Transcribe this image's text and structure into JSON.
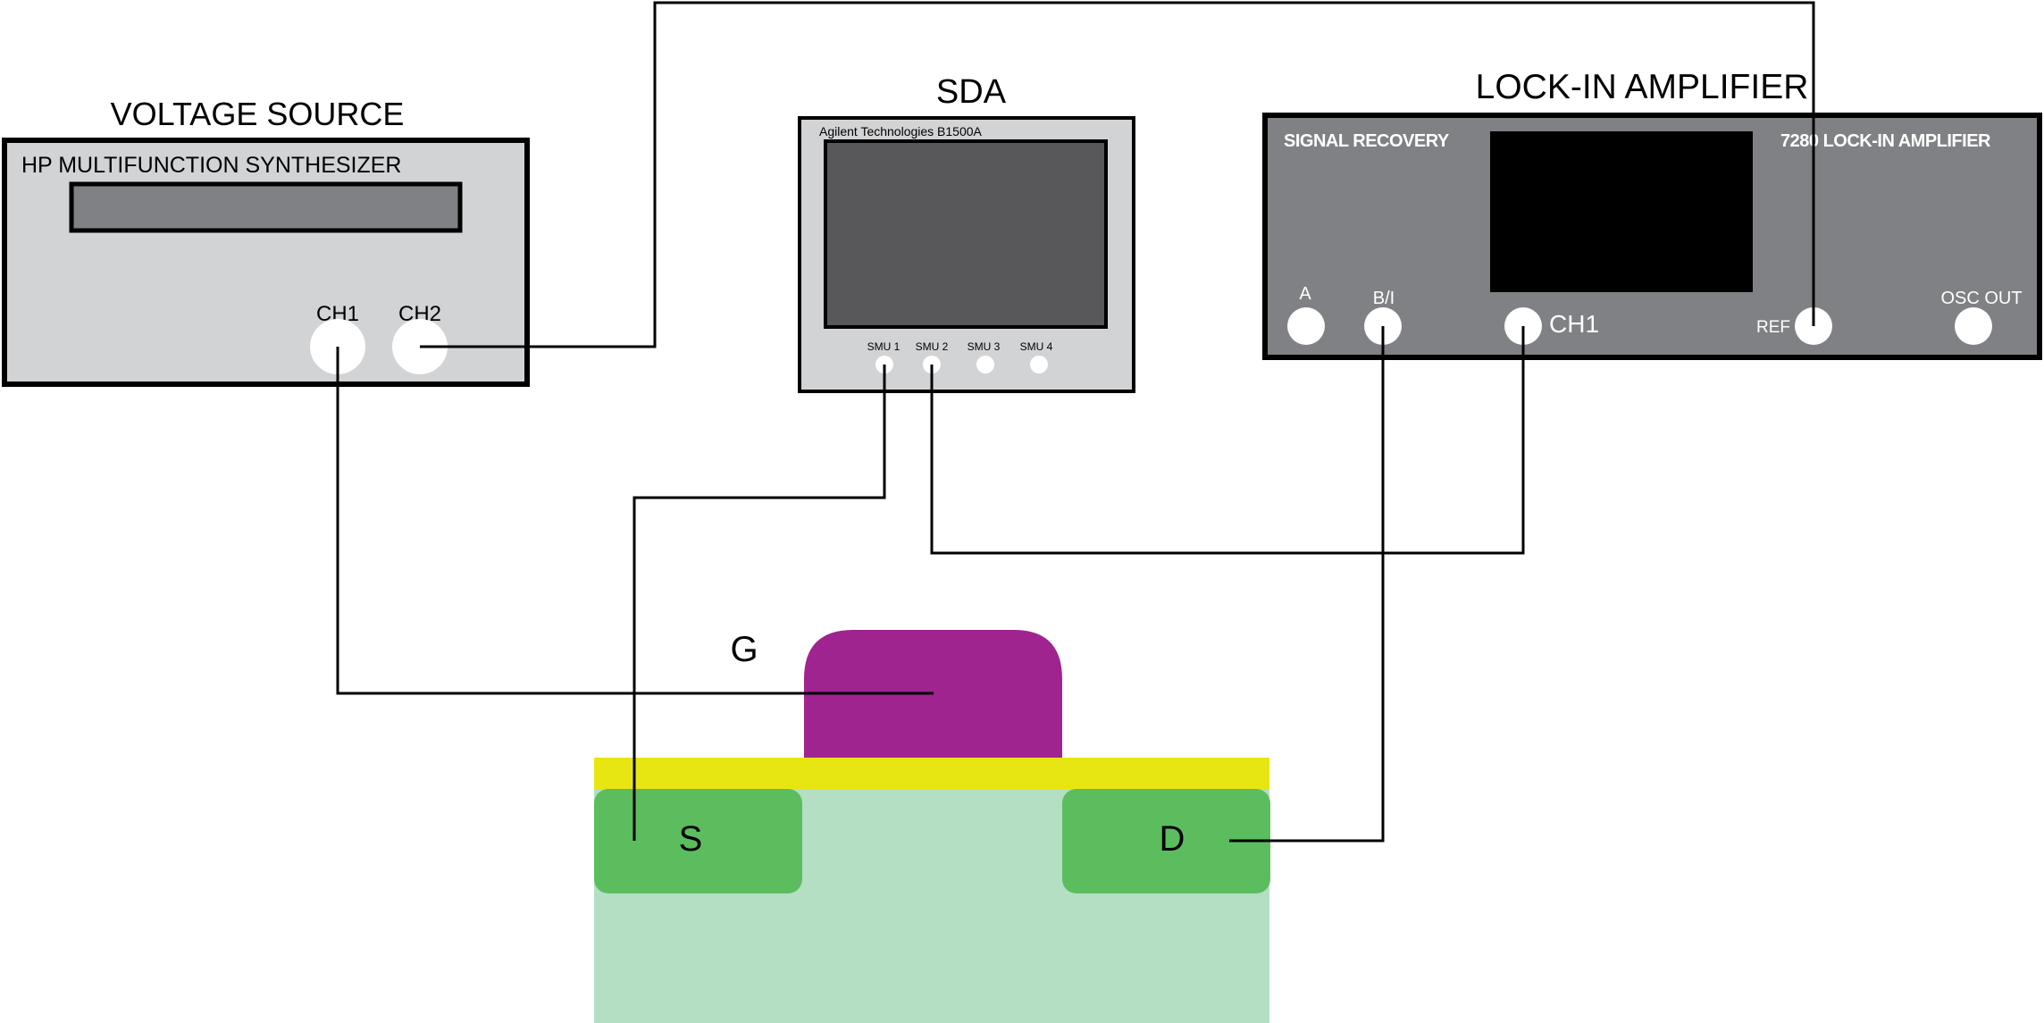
{
  "voltage_source": {
    "title": "VOLTAGE SOURCE",
    "panel_label": "HP MULTIFUNCTION SYNTHESIZER",
    "channels": [
      "CH1",
      "CH2"
    ]
  },
  "sda": {
    "title": "SDA",
    "brand": "Agilent Technologies  B1500A",
    "ports": [
      "SMU 1",
      "SMU 2",
      "SMU 3",
      "SMU 4"
    ]
  },
  "lock_in": {
    "title": "LOCK-IN AMPLIFIER",
    "brand": "SIGNAL RECOVERY",
    "model": "7280 LOCK-IN AMPLIFIER",
    "ports": {
      "a": "A",
      "bi": "B/I",
      "ch1": "CH1",
      "ref": "REF",
      "osc_out": "OSC OUT"
    }
  },
  "device": {
    "gate": "G",
    "source": "S",
    "drain": "D"
  },
  "colors": {
    "gate": "#a0248f",
    "oxide": "#e8e612",
    "contact": "#5cbd5e",
    "substrate": "#b4dfc3",
    "instrument_light": "#d2d3d5",
    "instrument_dark": "#808184",
    "screen_sda": "#58585a",
    "lcd": "#808184"
  }
}
